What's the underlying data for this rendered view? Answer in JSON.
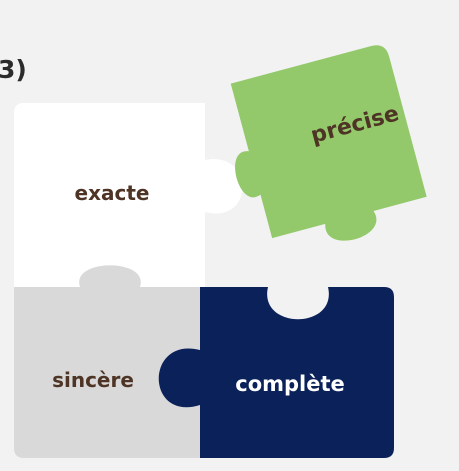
{
  "fragment_label": "3)",
  "pieces": {
    "top_left": {
      "label": "exacte",
      "color": "#ffffff"
    },
    "bottom_left": {
      "label": "sincère",
      "color": "#d9d9d9"
    },
    "bottom_right": {
      "label": "complète",
      "color": "#0b2159"
    },
    "detached": {
      "label": "précise",
      "color": "#93c96b"
    }
  },
  "text_colors": {
    "dark_brown": "#4e3425",
    "on_navy": "#ffffff"
  }
}
